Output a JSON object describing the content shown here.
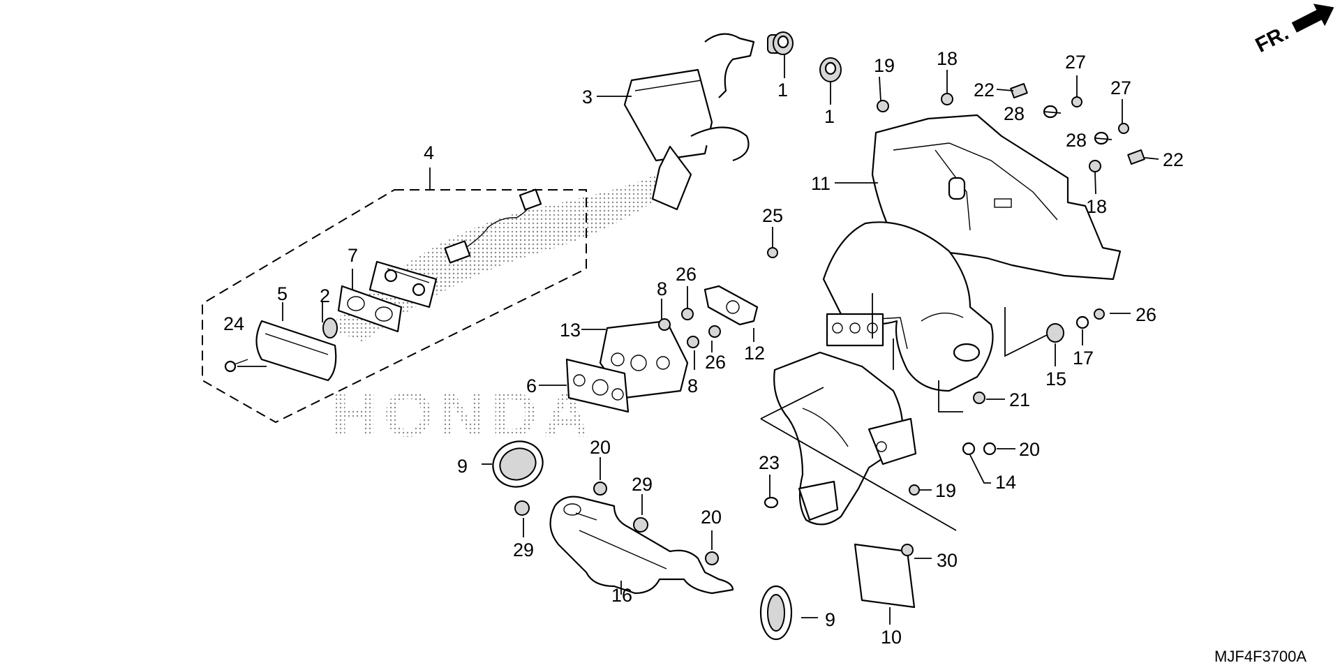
{
  "diagram": {
    "figure_code": "MJF4F3700A",
    "direction_marker": "FR.",
    "watermark_text": "HONDA",
    "callouts": {
      "p1a": "1",
      "p1b": "1",
      "p2": "2",
      "p3": "3",
      "p4": "4",
      "p5": "5",
      "p6": "6",
      "p7": "7",
      "p8a": "8",
      "p8b": "8",
      "p9a": "9",
      "p9b": "9",
      "p10": "10",
      "p11": "11",
      "p12": "12",
      "p13": "13",
      "p14": "14",
      "p15": "15",
      "p16": "16",
      "p17": "17",
      "p18a": "18",
      "p18b": "18",
      "p19a": "19",
      "p19b": "19",
      "p20a": "20",
      "p20b": "20",
      "p20c": "20",
      "p21": "21",
      "p22a": "22",
      "p22b": "22",
      "p23": "23",
      "p24": "24",
      "p25": "25",
      "p26a": "26",
      "p26b": "26",
      "p26c": "26",
      "p27a": "27",
      "p27b": "27",
      "p28a": "28",
      "p28b": "28",
      "p29a": "29",
      "p29b": "29",
      "p30": "30"
    }
  }
}
